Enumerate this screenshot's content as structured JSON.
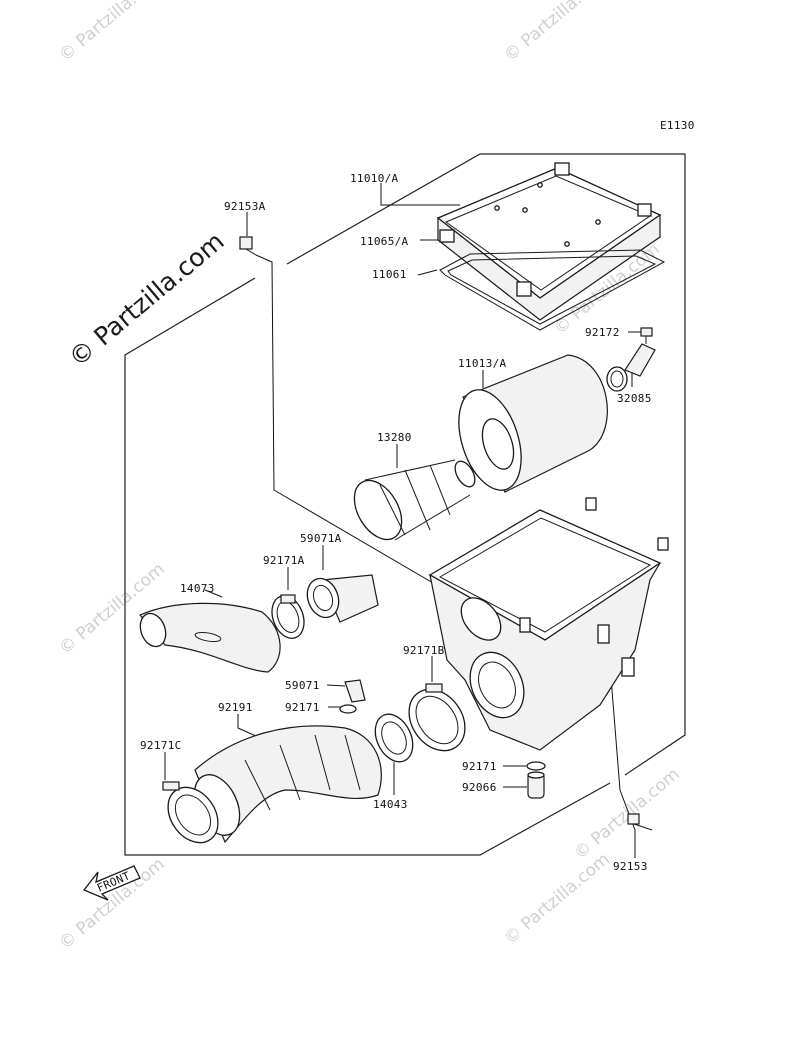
{
  "diagram_code": "E1130",
  "watermark": {
    "text": "© Partzilla.com",
    "color": "#d0d0d0"
  },
  "front_marker": "FRONT",
  "labels": {
    "l11010A": "11010/A",
    "l92153A": "92153A",
    "l11065A": "11065/A",
    "l11061": "11061",
    "l92172": "92172",
    "l11013A": "11013/A",
    "l32085": "32085",
    "l13280": "13280",
    "l59071A": "59071A",
    "l92171A": "92171A",
    "l14073": "14073",
    "l92171B": "92171B",
    "l59071": "59071",
    "l92191": "92191",
    "l92171": "92171",
    "l92171C": "92171C",
    "l14043": "14043",
    "l92171b": "92171",
    "l92066": "92066",
    "l92153": "92153"
  }
}
